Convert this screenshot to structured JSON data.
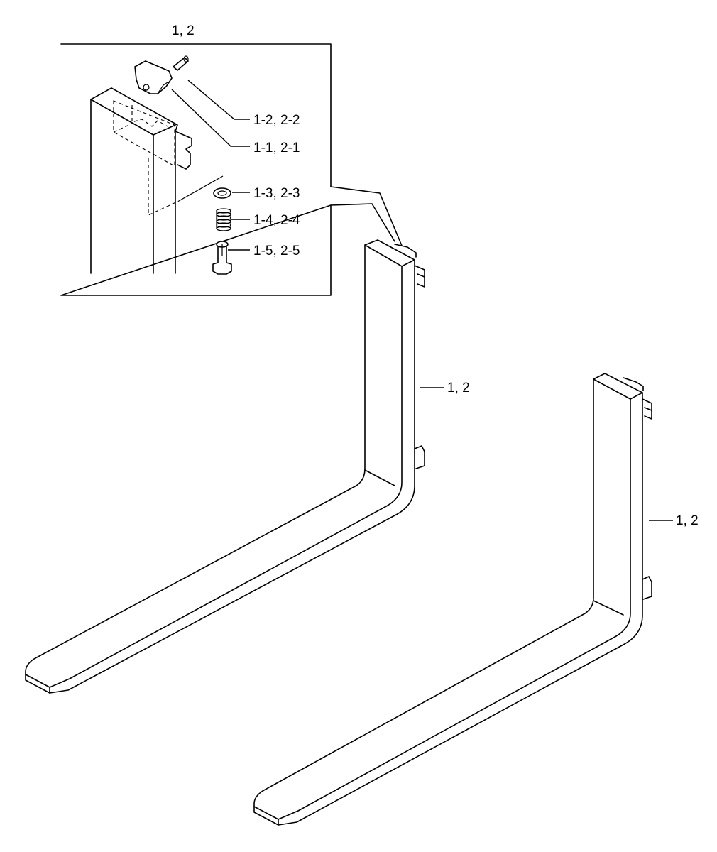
{
  "labels": {
    "detail_title": "1, 2",
    "part_1_2_2_2": "1-2, 2-2",
    "part_1_1_2_1": "1-1, 2-1",
    "part_1_3_2_3": "1-3, 2-3",
    "part_1_4_2_4": "1-4, 2-4",
    "part_1_5_2_5": "1-5, 2-5",
    "fork_left": "1, 2",
    "fork_right": "1, 2"
  },
  "parts": [
    {
      "ref": "1-1, 2-1",
      "icon": "stopper-plate-icon"
    },
    {
      "ref": "1-2, 2-2",
      "icon": "roll-pin-icon"
    },
    {
      "ref": "1-3, 2-3",
      "icon": "washer-icon"
    },
    {
      "ref": "1-4, 2-4",
      "icon": "spring-icon"
    },
    {
      "ref": "1-5, 2-5",
      "icon": "lock-pin-icon"
    }
  ]
}
